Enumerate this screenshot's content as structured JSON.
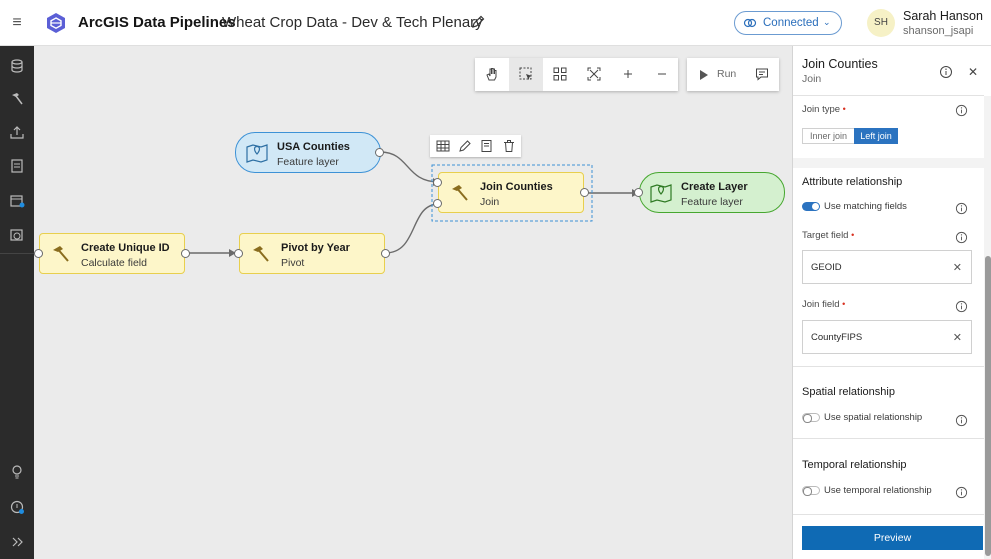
{
  "header": {
    "menu_icon": "menu-icon",
    "app_title": "ArcGIS Data Pipelines",
    "doc_title": "Wheat Crop Data - Dev & Tech Plenary",
    "connection_status": "Connected",
    "user": {
      "initials": "SH",
      "name": "Sarah Hanson",
      "handle": "shanson_jsapi"
    }
  },
  "rail": {
    "icons": [
      "database-icon",
      "hammer-icon",
      "upload-icon",
      "notes-icon",
      "calendar-schedule-icon",
      "history-icon"
    ],
    "bottom_icons": [
      "lightbulb-icon",
      "help-icon",
      "expand-icon"
    ],
    "notification_color": "#1f8de0"
  },
  "toolbar": {
    "tools": [
      "pan-tool",
      "select-tool",
      "auto-layout-tool",
      "zoom-fit-tool",
      "zoom-in-tool",
      "zoom-out-tool"
    ],
    "run_label": "Run"
  },
  "nodes": {
    "usa_counties": {
      "title": "USA Counties",
      "subtitle": "Feature layer"
    },
    "join_counties": {
      "title": "Join Counties",
      "subtitle": "Join"
    },
    "create_layer": {
      "title": "Create Layer",
      "subtitle": "Feature layer"
    },
    "create_unique_id": {
      "title": "Create Unique ID",
      "subtitle": "Calculate field"
    },
    "pivot_by_year": {
      "title": "Pivot by Year",
      "subtitle": "Pivot"
    }
  },
  "panel": {
    "title": "Join Counties",
    "subtitle": "Join",
    "join_type": {
      "label": "Join type",
      "required": "•",
      "options": [
        "Inner join",
        "Left join"
      ],
      "selected": "Left join"
    },
    "attribute_relationship": {
      "title": "Attribute relationship",
      "toggle_label": "Use matching fields",
      "toggle_on": true,
      "target_field_label": "Target field",
      "target_field_value": "GEOID",
      "join_field_label": "Join field",
      "join_field_value": "CountyFIPS"
    },
    "spatial_relationship": {
      "title": "Spatial relationship",
      "toggle_label": "Use spatial relationship",
      "toggle_on": false
    },
    "temporal_relationship": {
      "title": "Temporal relationship",
      "toggle_label": "Use temporal relationship",
      "toggle_on": false
    },
    "preview_label": "Preview"
  },
  "colors": {
    "accent": "#0f6ab4",
    "tool_node_fill": "#fdf6c9",
    "source_node_fill": "#d1e8f6",
    "output_node_fill": "#d4f0cf"
  }
}
